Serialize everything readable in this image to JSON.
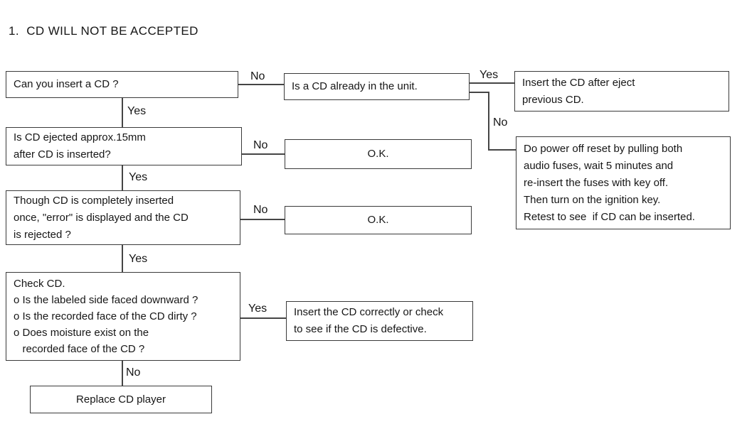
{
  "page": {
    "title": "1.  CD WILL NOT BE ACCEPTED"
  },
  "nodes": {
    "q1": {
      "text": "Can you insert a CD ?"
    },
    "q2": {
      "text": "Is a CD already in the unit."
    },
    "r1": {
      "text": "Insert the CD after eject\nprevious CD."
    },
    "q3": {
      "text": "Is CD ejected approx.15mm\nafter CD is inserted?"
    },
    "ok1": {
      "text": "O.K."
    },
    "r2": {
      "text": "Do power off reset by pulling both\naudio fuses, wait 5 minutes and\nre-insert the fuses with key off.\nThen turn on the ignition key.\nRetest to see  if CD can be inserted."
    },
    "q4": {
      "text": "Though CD is completely inserted\nonce, \"error\" is displayed and the CD\nis rejected ?"
    },
    "ok2": {
      "text": "O.K."
    },
    "q5": {
      "text": "Check CD.\no Is the labeled side faced downward ?\no Is the recorded face of the CD dirty ?\no Does moisture exist on the\n   recorded face of the CD ?"
    },
    "r3": {
      "text": "Insert the CD correctly or check\nto see if the CD is defective."
    },
    "end": {
      "text": "Replace CD player"
    }
  },
  "labels": {
    "q1_no": "No",
    "q1_yes": "Yes",
    "q2_yes": "Yes",
    "q2_no": "No",
    "q3_no": "No",
    "q3_yes": "Yes",
    "q4_no": "No",
    "q4_yes": "Yes",
    "q5_yes": "Yes",
    "q5_no": "No"
  },
  "colors": {
    "line": "#454545",
    "text": "#161616",
    "background": "#ffffff"
  }
}
